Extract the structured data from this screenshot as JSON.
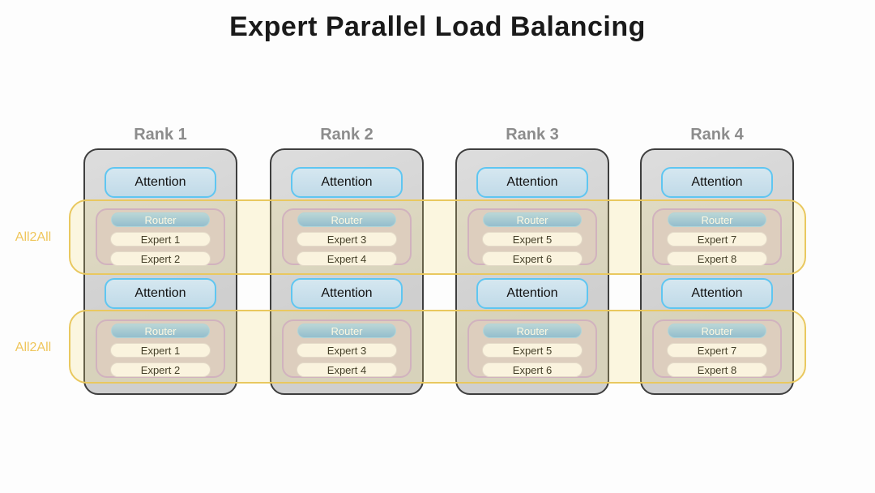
{
  "title": "Expert Parallel Load Balancing",
  "all2all_bands": [
    {
      "label": "All2All"
    },
    {
      "label": "All2All"
    }
  ],
  "ranks": [
    {
      "label": "Rank 1",
      "layers": [
        {
          "attention_label": "Attention",
          "router_label": "Router",
          "experts": [
            "Expert 1",
            "Expert 2"
          ]
        },
        {
          "attention_label": "Attention",
          "router_label": "Router",
          "experts": [
            "Expert 1",
            "Expert 2"
          ]
        }
      ]
    },
    {
      "label": "Rank 2",
      "layers": [
        {
          "attention_label": "Attention",
          "router_label": "Router",
          "experts": [
            "Expert 3",
            "Expert 4"
          ]
        },
        {
          "attention_label": "Attention",
          "router_label": "Router",
          "experts": [
            "Expert 3",
            "Expert 4"
          ]
        }
      ]
    },
    {
      "label": "Rank 3",
      "layers": [
        {
          "attention_label": "Attention",
          "router_label": "Router",
          "experts": [
            "Expert 5",
            "Expert 6"
          ]
        },
        {
          "attention_label": "Attention",
          "router_label": "Router",
          "experts": [
            "Expert 5",
            "Expert 6"
          ]
        }
      ]
    },
    {
      "label": "Rank 4",
      "layers": [
        {
          "attention_label": "Attention",
          "router_label": "Router",
          "experts": [
            "Expert 7",
            "Expert 8"
          ]
        },
        {
          "attention_label": "Attention",
          "router_label": "Router",
          "experts": [
            "Expert 7",
            "Expert 8"
          ]
        }
      ]
    }
  ],
  "colors": {
    "title_text": "#1A1A1A",
    "rank_label_text": "#8C8C8C",
    "device_fill": "#D2D2D2",
    "device_border": "#3E3E3E",
    "attention_fill": "#C8DEE9",
    "attention_border": "#5FC6F1",
    "moe_group_fill": "#D6C9D3",
    "moe_group_border": "#C7A6D3",
    "router_fill": "#7FB9E7",
    "router_border": "#9ED2F2",
    "router_text": "#FFFFFF",
    "expert_fill": "#FBF9FB",
    "band_fill": "#FDF9E6",
    "band_border": "#E9C85F",
    "band_label_text": "#EFC65C"
  }
}
